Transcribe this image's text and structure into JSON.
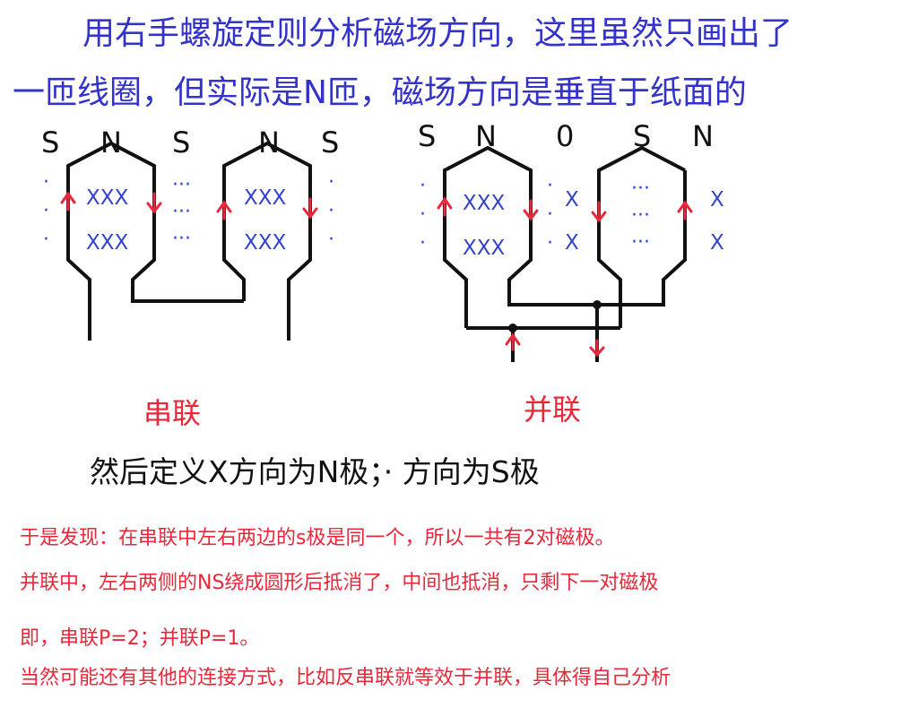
{
  "title": {
    "line1": "用右手螺旋定则分析磁场方向，这里虽然只画出了",
    "line2": "一匝线圈，但实际是N匝，磁场方向是垂直于纸面的"
  },
  "series_diagram": {
    "poles": [
      "S",
      "N",
      "S",
      "N",
      "S"
    ],
    "coil_marks": [
      "XXX",
      "XXX",
      "XXX",
      "XXX"
    ],
    "dots_single": "·",
    "dots_triple": "···",
    "label": "串联"
  },
  "parallel_diagram": {
    "poles": [
      "S",
      "N",
      "0",
      "S",
      "N"
    ],
    "coil_marks": [
      "XXX",
      "XXX"
    ],
    "side_marks": [
      "X",
      "X",
      "X",
      "X"
    ],
    "dots_single": "·",
    "dots_triple": "···",
    "label": "并联"
  },
  "definition": "然后定义X方向为N极；· 方向为S极",
  "notes": [
    "于是发现：在串联中左右两边的s极是同一个，所以一共有2对磁极。",
    "并联中，左右两侧的NS绕成圆形后抵消了，中间也抵消，只剩下一对磁极",
    "即，串联P=2；并联P=1。",
    "当然可能还有其他的连接方式，比如反串联就等效于并联，具体得自己分析"
  ],
  "colors": {
    "title": "#3333cc",
    "red": "#e8283a",
    "blue_marks": "#3344cc",
    "wire": "#111111"
  }
}
